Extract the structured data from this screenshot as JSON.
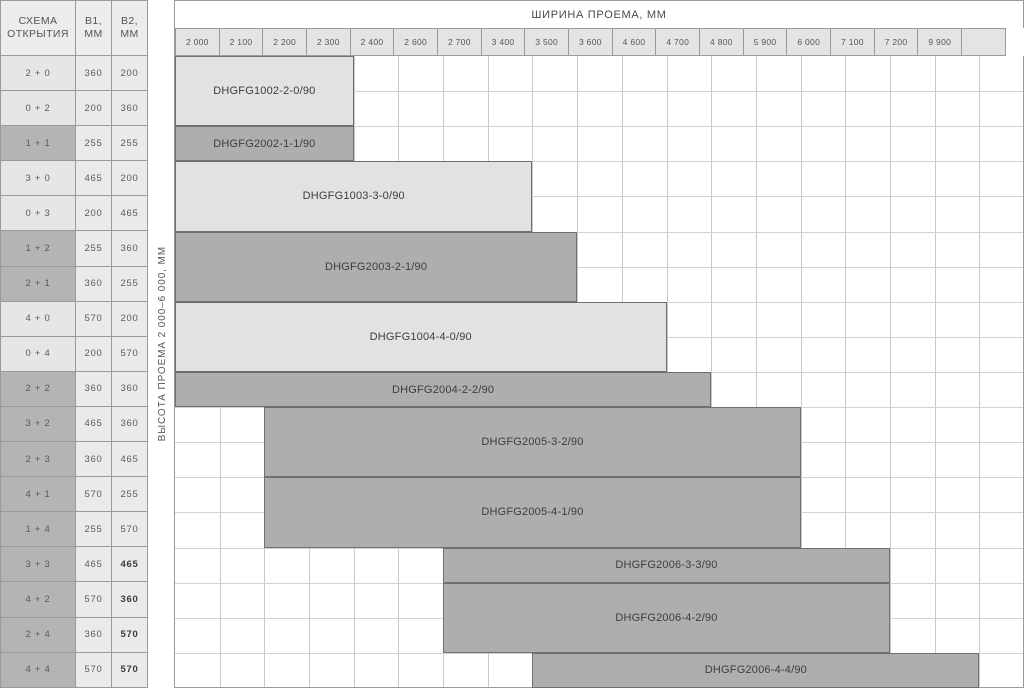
{
  "spec_table": {
    "headers": {
      "scheme": "СХЕМА\nОТКРЫТИЯ",
      "b1": "B1,\nММ",
      "b2": "B2,\nММ"
    },
    "header_scheme_line1": "СХЕМА",
    "header_scheme_line2": "ОТКРЫТИЯ",
    "header_b1_line1": "B1,",
    "header_b1_line2": "ММ",
    "header_b2_line1": "B2,",
    "header_b2_line2": "ММ",
    "rows": [
      {
        "scheme": "2 + 0",
        "b1": "360",
        "b2": "200",
        "tone": "light",
        "b2_bold": false
      },
      {
        "scheme": "0 + 2",
        "b1": "200",
        "b2": "360",
        "tone": "light",
        "b2_bold": false
      },
      {
        "scheme": "1 + 1",
        "b1": "255",
        "b2": "255",
        "tone": "dark",
        "b2_bold": false
      },
      {
        "scheme": "3 + 0",
        "b1": "465",
        "b2": "200",
        "tone": "light",
        "b2_bold": false
      },
      {
        "scheme": "0 + 3",
        "b1": "200",
        "b2": "465",
        "tone": "light",
        "b2_bold": false
      },
      {
        "scheme": "1 + 2",
        "b1": "255",
        "b2": "360",
        "tone": "dark",
        "b2_bold": false
      },
      {
        "scheme": "2 + 1",
        "b1": "360",
        "b2": "255",
        "tone": "dark",
        "b2_bold": false
      },
      {
        "scheme": "4 + 0",
        "b1": "570",
        "b2": "200",
        "tone": "light",
        "b2_bold": false
      },
      {
        "scheme": "0 + 4",
        "b1": "200",
        "b2": "570",
        "tone": "light",
        "b2_bold": false
      },
      {
        "scheme": "2 + 2",
        "b1": "360",
        "b2": "360",
        "tone": "dark",
        "b2_bold": false
      },
      {
        "scheme": "3 + 2",
        "b1": "465",
        "b2": "360",
        "tone": "dark",
        "b2_bold": false
      },
      {
        "scheme": "2 + 3",
        "b1": "360",
        "b2": "465",
        "tone": "dark",
        "b2_bold": false
      },
      {
        "scheme": "4 + 1",
        "b1": "570",
        "b2": "255",
        "tone": "dark",
        "b2_bold": false
      },
      {
        "scheme": "1 + 4",
        "b1": "255",
        "b2": "570",
        "tone": "dark",
        "b2_bold": false
      },
      {
        "scheme": "3 + 3",
        "b1": "465",
        "b2": "465",
        "tone": "dark",
        "b2_bold": true
      },
      {
        "scheme": "4 + 2",
        "b1": "570",
        "b2": "360",
        "tone": "dark",
        "b2_bold": true
      },
      {
        "scheme": "2 + 4",
        "b1": "360",
        "b2": "570",
        "tone": "dark",
        "b2_bold": true
      },
      {
        "scheme": "4 + 4",
        "b1": "570",
        "b2": "570",
        "tone": "dark",
        "b2_bold": true
      }
    ]
  },
  "axes": {
    "x_title": "ШИРИНА ПРОЕМА, ММ",
    "y_title": "ВЫСОТА ПРОЕМА 2 000–6 000, ММ"
  },
  "chart_data": {
    "type": "bar",
    "title": "ШИРИНА ПРОЕМА, ММ",
    "xlabel": "ШИРИНА ПРОЕМА, ММ",
    "ylabel": "ВЫСОТА ПРОЕМА 2 000–6 000, ММ",
    "grid": true,
    "legend": "none",
    "categories": [
      "2 000",
      "2 100",
      "2 200",
      "2 300",
      "2 400",
      "2 600",
      "2 700",
      "3 400",
      "3 500",
      "3 600",
      "4 600",
      "4 700",
      "4 800",
      "5 900",
      "6 000",
      "7 100",
      "7 200",
      "9 900"
    ],
    "x_tick_labels": [
      "2 000",
      "2 100",
      "2 200",
      "2 300",
      "2 400",
      "2 600",
      "2 700",
      "3 400",
      "3 500",
      "3 600",
      "4 600",
      "4 700",
      "4 800",
      "5 900",
      "6 000",
      "7 100",
      "7 200",
      "9 900"
    ],
    "y_categories": [
      "2 + 0",
      "0 + 2",
      "1 + 1",
      "3 + 0",
      "0 + 3",
      "1 + 2",
      "2 + 1",
      "4 + 0",
      "0 + 4",
      "2 + 2",
      "3 + 2",
      "2 + 3",
      "4 + 1",
      "1 + 4",
      "3 + 3",
      "4 + 2",
      "2 + 4",
      "4 + 4"
    ],
    "bars": [
      {
        "label": "DHGFG1002-2-0/90",
        "tone": "light",
        "col_start": 0,
        "col_end": 4,
        "row_start": 0,
        "row_end": 2,
        "width_from": "2 000",
        "width_to": "2 400"
      },
      {
        "label": "DHGFG2002-1-1/90",
        "tone": "dark",
        "col_start": 0,
        "col_end": 4,
        "row_start": 2,
        "row_end": 3,
        "width_from": "2 000",
        "width_to": "2 400"
      },
      {
        "label": "DHGFG1003-3-0/90",
        "tone": "light",
        "col_start": 0,
        "col_end": 8,
        "row_start": 3,
        "row_end": 5,
        "width_from": "2 000",
        "width_to": "3 400"
      },
      {
        "label": "DHGFG2003-2-1/90",
        "tone": "dark",
        "col_start": 0,
        "col_end": 9,
        "row_start": 5,
        "row_end": 7,
        "width_from": "2 000",
        "width_to": "3 500"
      },
      {
        "label": "DHGFG1004-4-0/90",
        "tone": "light",
        "col_start": 0,
        "col_end": 11,
        "row_start": 7,
        "row_end": 9,
        "width_from": "2 000",
        "width_to": "4 700"
      },
      {
        "label": "DHGFG2004-2-2/90",
        "tone": "dark",
        "col_start": 0,
        "col_end": 12,
        "row_start": 9,
        "row_end": 10,
        "width_from": "2 000",
        "width_to": "4 800"
      },
      {
        "label": "DHGFG2005-3-2/90",
        "tone": "dark",
        "col_start": 2,
        "col_end": 14,
        "row_start": 10,
        "row_end": 12,
        "width_from": "2 200",
        "width_to": "6 000"
      },
      {
        "label": "DHGFG2005-4-1/90",
        "tone": "dark",
        "col_start": 2,
        "col_end": 14,
        "row_start": 12,
        "row_end": 14,
        "width_from": "2 200",
        "width_to": "6 000"
      },
      {
        "label": "DHGFG2006-3-3/90",
        "tone": "dark",
        "col_start": 6,
        "col_end": 16,
        "row_start": 14,
        "row_end": 15,
        "width_from": "2 700",
        "width_to": "7 200"
      },
      {
        "label": "DHGFG2006-4-2/90",
        "tone": "dark",
        "col_start": 6,
        "col_end": 16,
        "row_start": 15,
        "row_end": 17,
        "width_from": "2 700",
        "width_to": "7 200"
      },
      {
        "label": "DHGFG2006-4-4/90",
        "tone": "dark",
        "col_start": 8,
        "col_end": 18,
        "row_start": 17,
        "row_end": 18,
        "width_from": "3 500",
        "width_to": "9 900"
      }
    ]
  },
  "colors": {
    "bar_light": "#e2e2e2",
    "bar_dark": "#aeaeae",
    "header_fill": "#e4e4e4",
    "row_light": "#e6e6e6",
    "row_dark": "#b4b4b4",
    "border": "#9a9a9a",
    "grid": "#c9c9c9"
  }
}
